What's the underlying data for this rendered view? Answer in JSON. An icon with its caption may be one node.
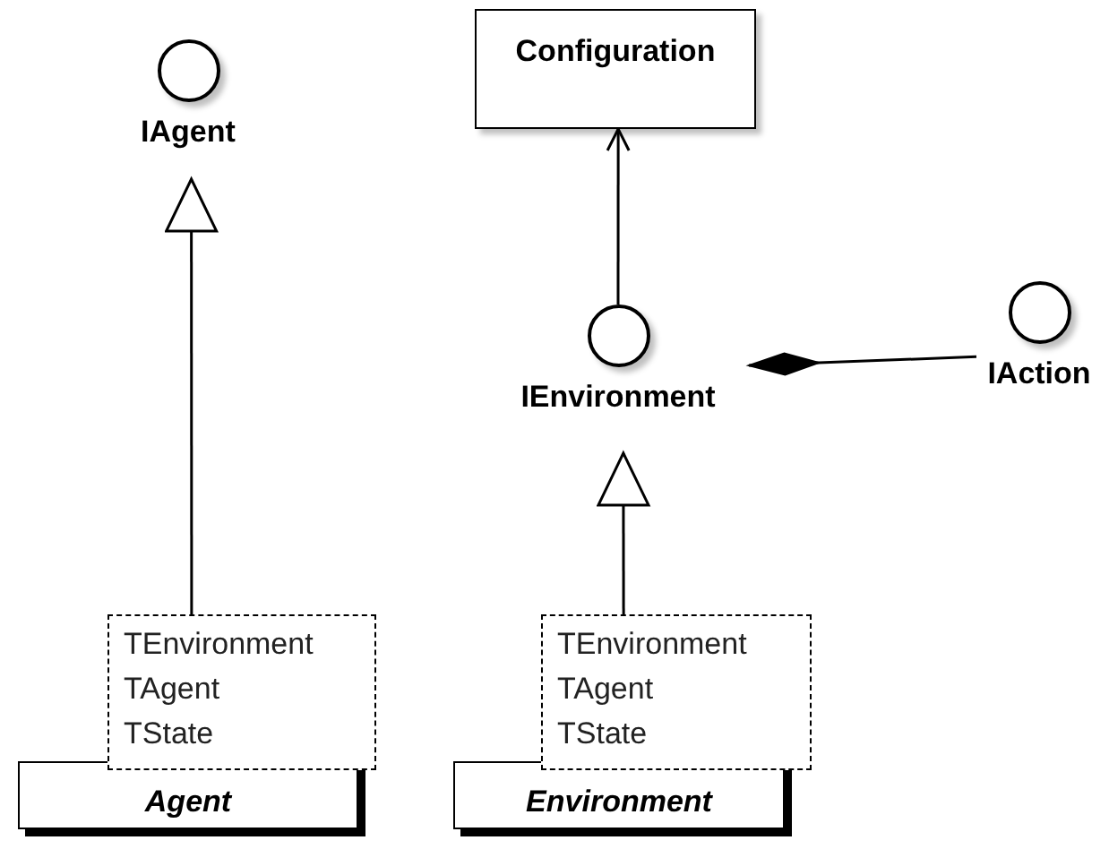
{
  "diagram": {
    "nodes": [
      {
        "text": [
          "IAgent"
        ]
      },
      {
        "text": [
          "Configuration"
        ]
      },
      {
        "text": [
          "IEnvironment"
        ]
      },
      {
        "text": [
          "IAction"
        ]
      },
      {
        "text": [
          "TEnvironment",
          "TAgent",
          "TState"
        ]
      },
      {
        "text": [
          "Agent"
        ]
      },
      {
        "text": [
          "TEnvironment",
          "TAgent",
          "TState"
        ]
      },
      {
        "text": [
          "Environment"
        ]
      }
    ],
    "edges": [
      {
        "from": 4,
        "to": 0,
        "arrow": "to"
      },
      {
        "from": 6,
        "to": 2,
        "arrow": "to"
      },
      {
        "from": 2,
        "to": 1,
        "arrow": "to"
      },
      {
        "from": 3,
        "to": 2,
        "arrow": "other"
      }
    ]
  }
}
